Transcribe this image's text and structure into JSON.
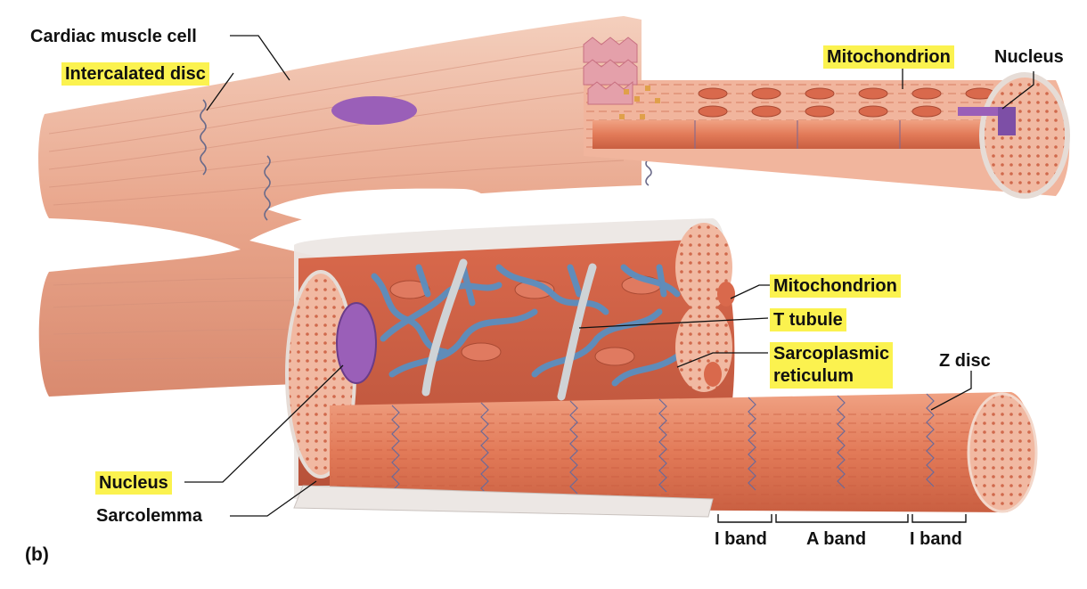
{
  "figure": {
    "panel_label": "(b)",
    "colors": {
      "muscle": "#e7a58c",
      "muscle_light": "#f2c8b4",
      "myofibril": "#e37b5c",
      "sarcoplasmic_reticulum": "#5a8fc0",
      "t_tubule": "#cfd3d6",
      "nucleus": "#9a5fb8",
      "highlight": "#fbf24f"
    },
    "labels": {
      "cardiac_muscle_cell": "Cardiac muscle cell",
      "intercalated_disc": "Intercalated disc",
      "mitochondrion_top": "Mitochondrion",
      "nucleus_top": "Nucleus",
      "mitochondrion_mid": "Mitochondrion",
      "t_tubule": "T tubule",
      "sr_line1": "Sarcoplasmic",
      "sr_line2": "reticulum",
      "z_disc": "Z disc",
      "nucleus_bottom": "Nucleus",
      "sarcolemma": "Sarcolemma",
      "i_band_left": "I band",
      "a_band": "A band",
      "i_band_right": "I band"
    }
  }
}
